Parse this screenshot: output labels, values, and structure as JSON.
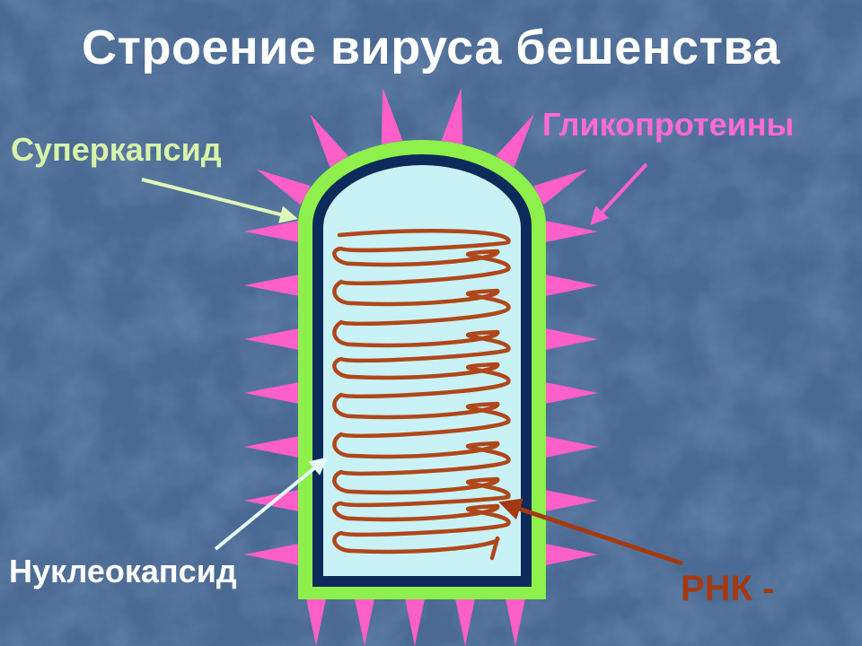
{
  "title": "Строение вируса бешенства",
  "labels": {
    "supercapsid": "Суперкапсид",
    "glycoproteins": "Гликопротеины",
    "nucleocapsid": "Нуклеокапсид",
    "rna": "РНК -"
  },
  "colors": {
    "background": "#4a6a94",
    "supercapsid": "#8ef04a",
    "capsid_wall": "#0c2a5a",
    "interior": "#c8f2f6",
    "spikes": "#ff5fc8",
    "rna_coil": "#b0471a",
    "arrow_supercapsid": "#e0f8b8",
    "arrow_glycoproteins": "#ff5fd0",
    "arrow_nucleocapsid": "#e6fbff",
    "arrow_rna": "#a33a12"
  }
}
